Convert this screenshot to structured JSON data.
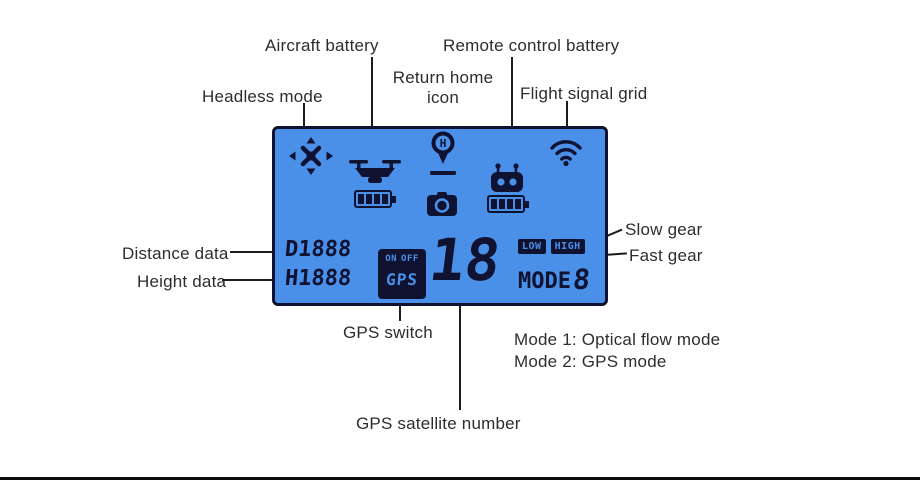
{
  "colors": {
    "lcd_blue": "#4a90e8",
    "icon_dark": "#0f1230",
    "line": "#1c1c1c",
    "label_text": "#2d2d2d"
  },
  "labels": {
    "aircraft_battery": "Aircraft battery",
    "remote_control_battery": "Remote control battery",
    "headless_mode": "Headless mode",
    "return_home_line1": "Return home",
    "return_home_line2": "icon",
    "flight_signal_grid": "Flight signal grid",
    "distance_data": "Distance data",
    "height_data": "Height data",
    "gps_switch": "GPS switch",
    "slow_gear": "Slow gear",
    "fast_gear": "Fast gear",
    "mode_1": "Mode 1: Optical flow mode",
    "mode_2": "Mode 2: GPS mode",
    "gps_satellite_number": "GPS satellite number"
  },
  "lcd": {
    "distance_value": "D1888",
    "height_value": "H1888",
    "gps_on": "ON",
    "gps_off": "OFF",
    "gps_label": "GPS",
    "satellite_number": "18",
    "gear_low": "LOW",
    "gear_high": "HIGH",
    "mode_label": "MODE",
    "mode_value": "8",
    "return_home_letter": "H"
  }
}
